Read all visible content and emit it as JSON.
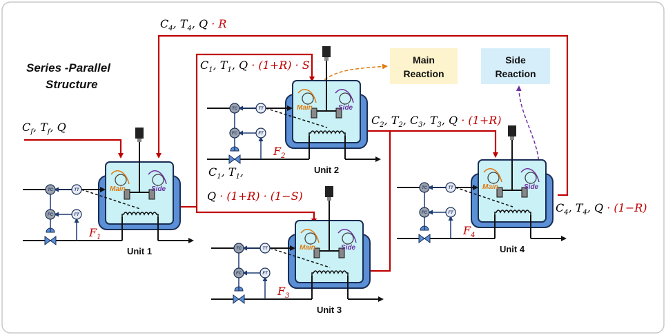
{
  "title": {
    "line1": "Series -Parallel",
    "line2": "Structure"
  },
  "boxes": {
    "main": {
      "line1": "Main",
      "line2": "Reaction"
    },
    "side": {
      "line1": "Side",
      "line2": "Reaction"
    }
  },
  "units": [
    {
      "label": "Unit 1",
      "main": "Main",
      "side": "Side"
    },
    {
      "label": "Unit 2",
      "main": "Main",
      "side": "Side"
    },
    {
      "label": "Unit 3",
      "main": "Main",
      "side": "Side"
    },
    {
      "label": "Unit 4",
      "main": "Main",
      "side": "Side"
    }
  ],
  "controls": {
    "tc": "TC",
    "tt": "TT",
    "fc": "FC",
    "ft": "FT"
  },
  "flows": {
    "feed": {
      "c": "C",
      "c_sub": "f",
      "sep1": ", ",
      "t": "T",
      "t_sub": "f",
      "sep2": ", ",
      "q": "Q"
    },
    "recycle": {
      "c": "C",
      "c_sub": "4",
      "sep1": ", ",
      "t": "T",
      "t_sub": "4",
      "sep2": ", ",
      "q": "Q",
      "red": " · R"
    },
    "to_unit2": {
      "c": "C",
      "c_sub": "1",
      "sep1": ", ",
      "t": "T",
      "t_sub": "1",
      "sep2": ", ",
      "q": "Q",
      "red": " · (1+R) · S"
    },
    "unit1_out": {
      "c": "C",
      "c_sub": "1",
      "sep1": ", ",
      "t": "T",
      "t_sub": "1",
      "sep2": ","
    },
    "to_unit3": {
      "q": "Q",
      "red": " · (1+R) · (1−S)"
    },
    "to_unit4": {
      "c2": "C",
      "c2_sub": "2",
      "sep1": ", ",
      "t2": "T",
      "t2_sub": "2",
      "sep2": ", ",
      "c3": "C",
      "c3_sub": "3",
      "sep3": ", ",
      "t3": "T",
      "t3_sub": "3",
      "sep4": ", ",
      "q": "Q",
      "red": " · (1+R)"
    },
    "product": {
      "c": "C",
      "c_sub": "4",
      "sep1": ", ",
      "t": "T",
      "t_sub": "4",
      "sep2": ", ",
      "q": "Q",
      "red": " · (1−R)"
    }
  },
  "coolant_flows": [
    {
      "f": "F",
      "sub": "1"
    },
    {
      "f": "F",
      "sub": "2"
    },
    {
      "f": "F",
      "sub": "3"
    },
    {
      "f": "F",
      "sub": "4"
    }
  ],
  "colors": {
    "stream": "#c00000",
    "vessel": "#5b8fd6",
    "liquid": "#c9f1f6",
    "control": "#1f3b73",
    "main": "#e07a10",
    "side": "#7030a0",
    "main_box": "#fdf3cc",
    "side_box": "#d6eefa"
  }
}
